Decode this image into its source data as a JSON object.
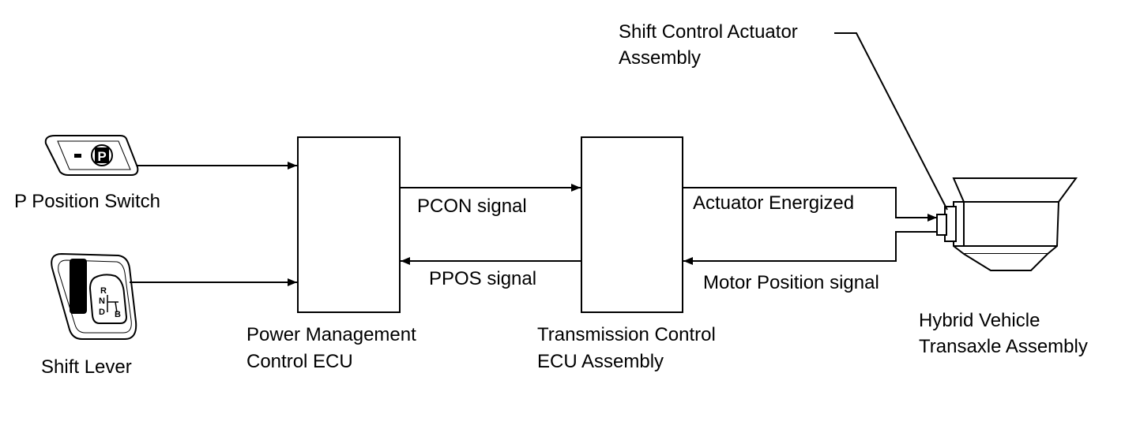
{
  "components": {
    "p_switch": {
      "label": "P Position Switch",
      "button_glyph": "P"
    },
    "shift_lever": {
      "label": "Shift Lever",
      "gate": {
        "r": "R",
        "n": "N",
        "d": "D",
        "b": "B"
      }
    },
    "pm_ecu": {
      "label_line1": "Power Management",
      "label_line2": "Control ECU"
    },
    "tc_ecu": {
      "label_line1": "Transmission Control",
      "label_line2": "ECU Assembly"
    },
    "actuator": {
      "label_line1": "Shift Control Actuator",
      "label_line2": "Assembly"
    },
    "transaxle": {
      "label_line1": "Hybrid Vehicle",
      "label_line2": "Transaxle Assembly"
    }
  },
  "signals": {
    "pcon": "PCON signal",
    "ppos": "PPOS signal",
    "actuator_energized": "Actuator Energized",
    "motor_position": "Motor Position signal"
  }
}
